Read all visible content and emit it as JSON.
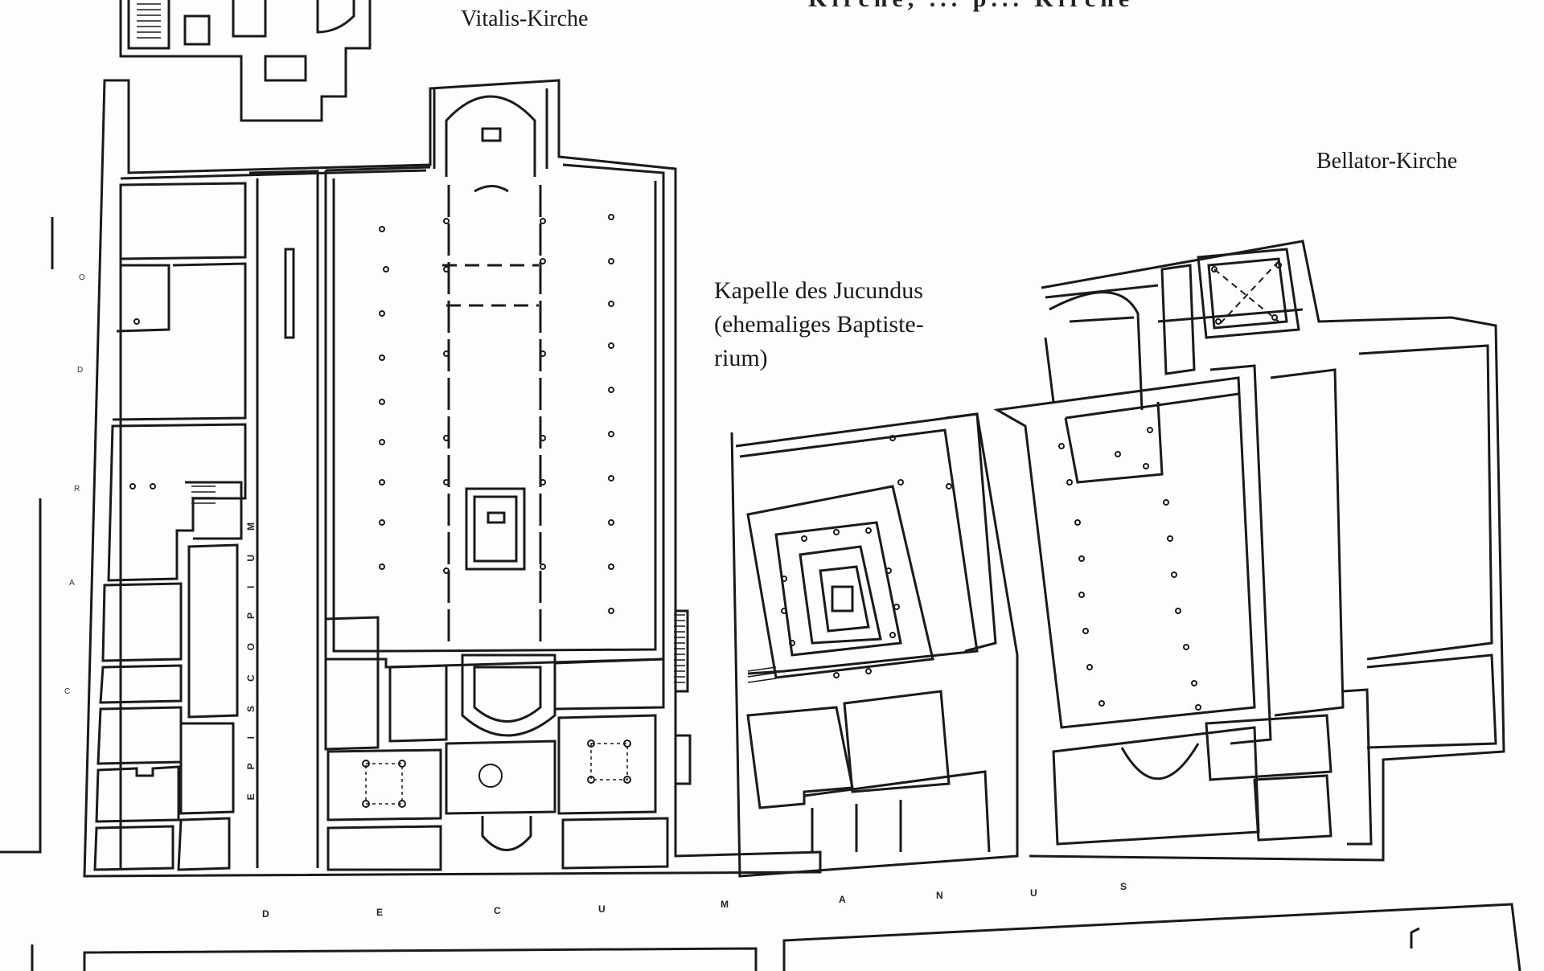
{
  "labels": {
    "top_cut": "Kirche, ... p... Kirche",
    "vitalis": "Vitalis-Kirche",
    "bellator": "Bellator-Kirche",
    "jucundus_line1": "Kapelle des Jucundus",
    "jucundus_line2": "(ehemaliges Baptiste-",
    "jucundus_line3": "rium)"
  },
  "street_letters": [
    "D",
    "E",
    "C",
    "U",
    "M",
    "A",
    "N",
    "U",
    "S"
  ],
  "episcopium_text": "EPISCOPIUM",
  "cardo_letters": [
    "O",
    "D",
    "R",
    "A",
    "C"
  ]
}
